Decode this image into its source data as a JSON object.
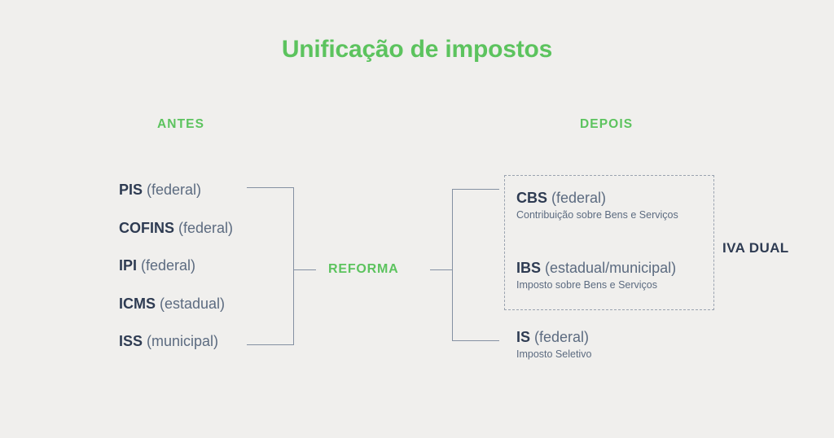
{
  "diagram": {
    "title": "Unificação de impostos",
    "columns": {
      "before_label": "ANTES",
      "after_label": "DEPOIS"
    },
    "center_label": "REFORMA",
    "group_label": "IVA DUAL",
    "before_taxes": [
      {
        "abbr": "PIS",
        "scope": " (federal)"
      },
      {
        "abbr": "COFINS",
        "scope": " (federal)"
      },
      {
        "abbr": "IPI",
        "scope": " (federal)"
      },
      {
        "abbr": "ICMS",
        "scope": " (estadual)"
      },
      {
        "abbr": "ISS",
        "scope": " (municipal)"
      }
    ],
    "after_taxes": [
      {
        "abbr": "CBS",
        "scope": " (federal)",
        "subtitle": "Contribuição sobre Bens e Serviços",
        "in_group": true
      },
      {
        "abbr": "IBS",
        "scope": " (estadual/municipal)",
        "subtitle": "Imposto sobre Bens e Serviços",
        "in_group": true
      },
      {
        "abbr": "IS",
        "scope": " (federal)",
        "subtitle": "Imposto Seletivo",
        "in_group": false
      }
    ],
    "colors": {
      "background": "#f0efed",
      "accent_green": "#5cc35e",
      "text_dark": "#2e3b52",
      "text_muted": "#5c6b80",
      "line": "#8490a2",
      "dashed_border": "#9aa3b0"
    }
  }
}
